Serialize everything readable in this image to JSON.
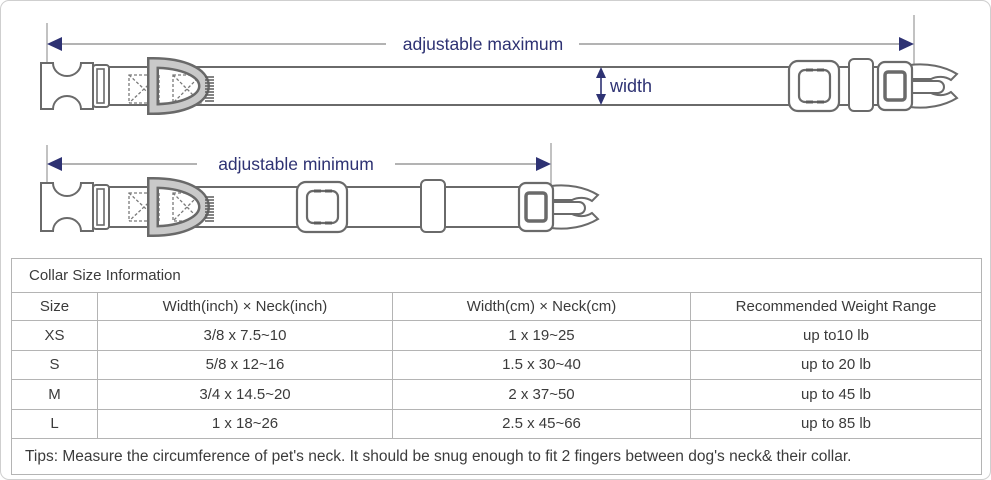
{
  "colors": {
    "accent_navy": "#2e3273",
    "diagram_outline": "#6a6a6a",
    "table_border": "#b4b4b4",
    "text": "#3b3b3b"
  },
  "diagrams": {
    "maximum": {
      "label": "adjustable maximum"
    },
    "minimum": {
      "label": "adjustable minimum"
    },
    "width": {
      "label": "width"
    }
  },
  "size_table": {
    "title": "Collar Size Information",
    "headers": [
      "Size",
      "Width(inch) × Neck(inch)",
      "Width(cm) × Neck(cm)",
      "Recommended Weight Range"
    ],
    "rows": [
      {
        "size": "XS",
        "inch": "3/8 x 7.5~10",
        "cm": "1 x 19~25",
        "weight": "up to10 lb"
      },
      {
        "size": "S",
        "inch": "5/8 x 12~16",
        "cm": "1.5 x 30~40",
        "weight": "up to 20 lb"
      },
      {
        "size": "M",
        "inch": "3/4 x 14.5~20",
        "cm": "2 x 37~50",
        "weight": "up to 45 lb"
      },
      {
        "size": "L",
        "inch": "1 x 18~26",
        "cm": "2.5 x 45~66",
        "weight": "up to 85 lb"
      }
    ],
    "tips": "Tips: Measure the circumference of pet's neck. It should be snug enough to fit 2 fingers between dog's neck& their collar."
  }
}
